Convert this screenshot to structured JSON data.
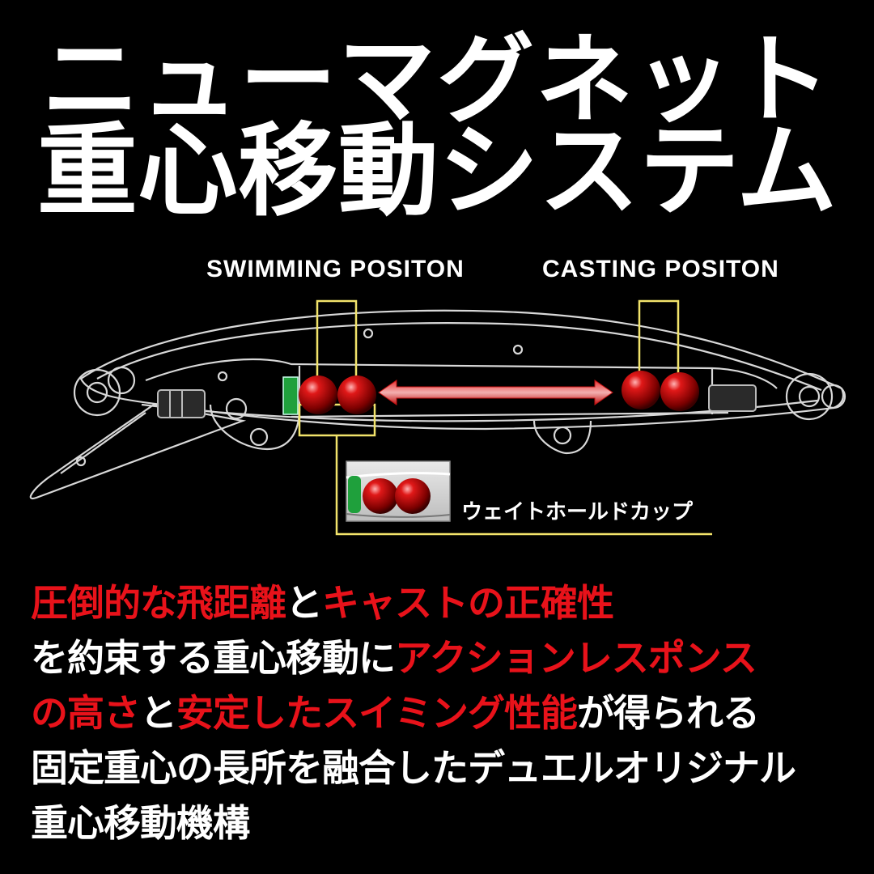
{
  "title": {
    "line1": "ニューマグネット",
    "line2": "重心移動システム"
  },
  "labels": {
    "swimming_position": "SWIMMING  POSITON",
    "casting_position": "CASTING  POSITON",
    "cup_caption": "ウェイトホールドカップ"
  },
  "body": {
    "line1_red_a": "圧倒的な飛距離",
    "line1_white_a": "と",
    "line1_red_b": "キャストの正確性",
    "line2_white": "を約束する重心移動に",
    "line2_red": "アクションレスポンス",
    "line3_red_a": "の高さ",
    "line3_white_a": "と",
    "line3_red_b": "安定したスイミング性能",
    "line3_white_b": "が得られる",
    "line4_white": "固定重心の長所を融合したデュエルオリジナル",
    "line5_white": "重心移動機構"
  },
  "colors": {
    "background": "#000000",
    "accent_red": "#e8121a",
    "bracket_yellow": "#f2e36b",
    "cup_green": "#1fa03c"
  }
}
